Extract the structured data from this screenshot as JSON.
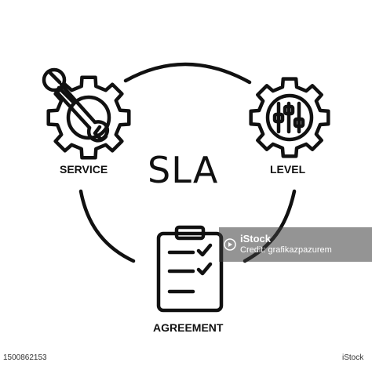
{
  "diagram": {
    "center_title": "SLA",
    "nodes": [
      {
        "id": "service",
        "label": "SERVICE",
        "icon": "gear-wrench-icon"
      },
      {
        "id": "level",
        "label": "LEVEL",
        "icon": "gear-sliders-icon"
      },
      {
        "id": "agreement",
        "label": "AGREEMENT",
        "icon": "clipboard-checklist-icon"
      }
    ],
    "stroke_color": "#111111",
    "background": "#ffffff"
  },
  "watermark": {
    "brand": "iStock",
    "credit": "Credit: grafikazpazurem",
    "icon": "play-icon"
  },
  "footer": {
    "image_id": "1500862153",
    "brand": "iStock"
  }
}
